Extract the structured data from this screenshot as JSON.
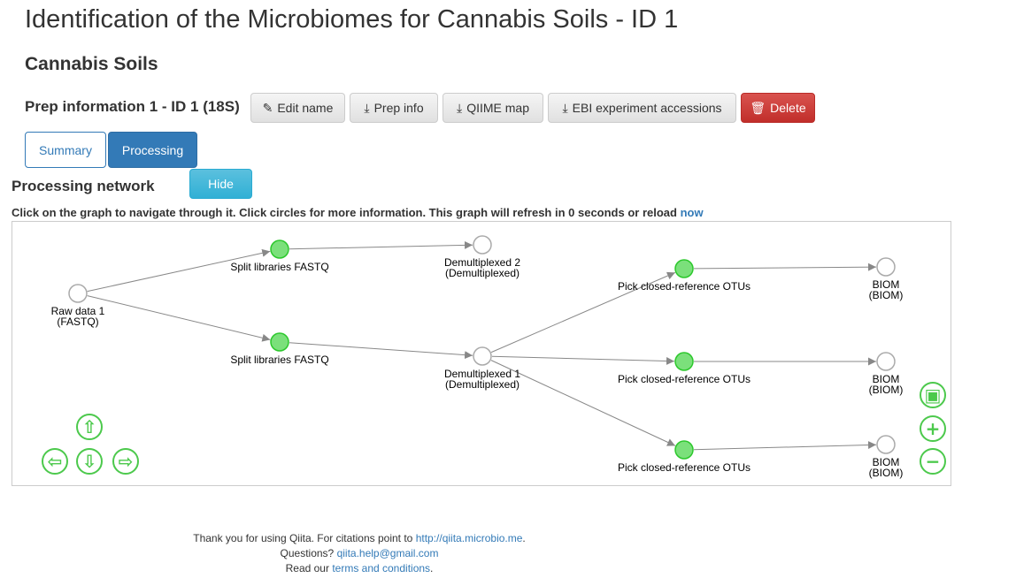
{
  "title": "Identification of the Microbiomes for Cannabis Soils - ID 1",
  "study": "Cannabis Soils",
  "prep": {
    "label": "Prep information 1 - ID 1 (18S)",
    "buttons": [
      {
        "label": "Edit name",
        "icon": "pencil-icon"
      },
      {
        "label": "Prep info",
        "icon": "download-icon"
      },
      {
        "label": "QIIME map",
        "icon": "download-icon"
      },
      {
        "label": "EBI experiment accessions",
        "icon": "download-icon"
      },
      {
        "label": "Delete",
        "icon": "trash-icon"
      }
    ]
  },
  "tabs": [
    {
      "label": "Summary"
    },
    {
      "label": "Processing",
      "active": true
    }
  ],
  "network": {
    "heading": "Processing network",
    "hide_label": "Hide",
    "hint": "Click on the graph to navigate through it. Click circles for more information. This graph will refresh in 0 seconds or reload ",
    "hint_link": "now",
    "nodes": [
      {
        "id": "raw",
        "label": [
          "Raw data 1",
          "(FASTQ)"
        ],
        "type": "artifact"
      },
      {
        "id": "s1",
        "label": [
          "Split libraries FASTQ"
        ],
        "type": "job"
      },
      {
        "id": "s2",
        "label": [
          "Split libraries FASTQ"
        ],
        "type": "job"
      },
      {
        "id": "d2",
        "label": [
          "Demultiplexed 2",
          "(Demultiplexed)"
        ],
        "type": "artifact"
      },
      {
        "id": "d1",
        "label": [
          "Demultiplexed 1",
          "(Demultiplexed)"
        ],
        "type": "artifact"
      },
      {
        "id": "p1",
        "label": [
          "Pick closed-reference OTUs"
        ],
        "type": "job"
      },
      {
        "id": "p2",
        "label": [
          "Pick closed-reference OTUs"
        ],
        "type": "job"
      },
      {
        "id": "p3",
        "label": [
          "Pick closed-reference OTUs"
        ],
        "type": "job"
      },
      {
        "id": "b1",
        "label": [
          "BIOM",
          "(BIOM)"
        ],
        "type": "artifact"
      },
      {
        "id": "b2",
        "label": [
          "BIOM",
          "(BIOM)"
        ],
        "type": "artifact"
      },
      {
        "id": "b3",
        "label": [
          "BIOM",
          "(BIOM)"
        ],
        "type": "artifact"
      }
    ],
    "edges": [
      [
        "raw",
        "s1"
      ],
      [
        "raw",
        "s2"
      ],
      [
        "s1",
        "d2"
      ],
      [
        "s2",
        "d1"
      ],
      [
        "d1",
        "p1"
      ],
      [
        "d1",
        "p2"
      ],
      [
        "d1",
        "p3"
      ],
      [
        "p1",
        "b1"
      ],
      [
        "p2",
        "b2"
      ],
      [
        "p3",
        "b3"
      ]
    ],
    "colors": {
      "job": "#7be07b",
      "job_border": "#2cc82c",
      "artifact": "#ffffff",
      "artifact_border": "#aaaaaa",
      "edge": "#888888",
      "controls": "#4cc94c"
    }
  },
  "footer": {
    "line1_pre": "Thank you for using Qiita. For citations point to ",
    "line1_link": "http://qiita.microbio.me",
    "line1_post": ".",
    "line2_pre": "Questions? ",
    "line2_link": "qiita.help@gmail.com",
    "line3_pre": "Read our ",
    "line3_link": "terms and conditions",
    "line3_post": "."
  }
}
